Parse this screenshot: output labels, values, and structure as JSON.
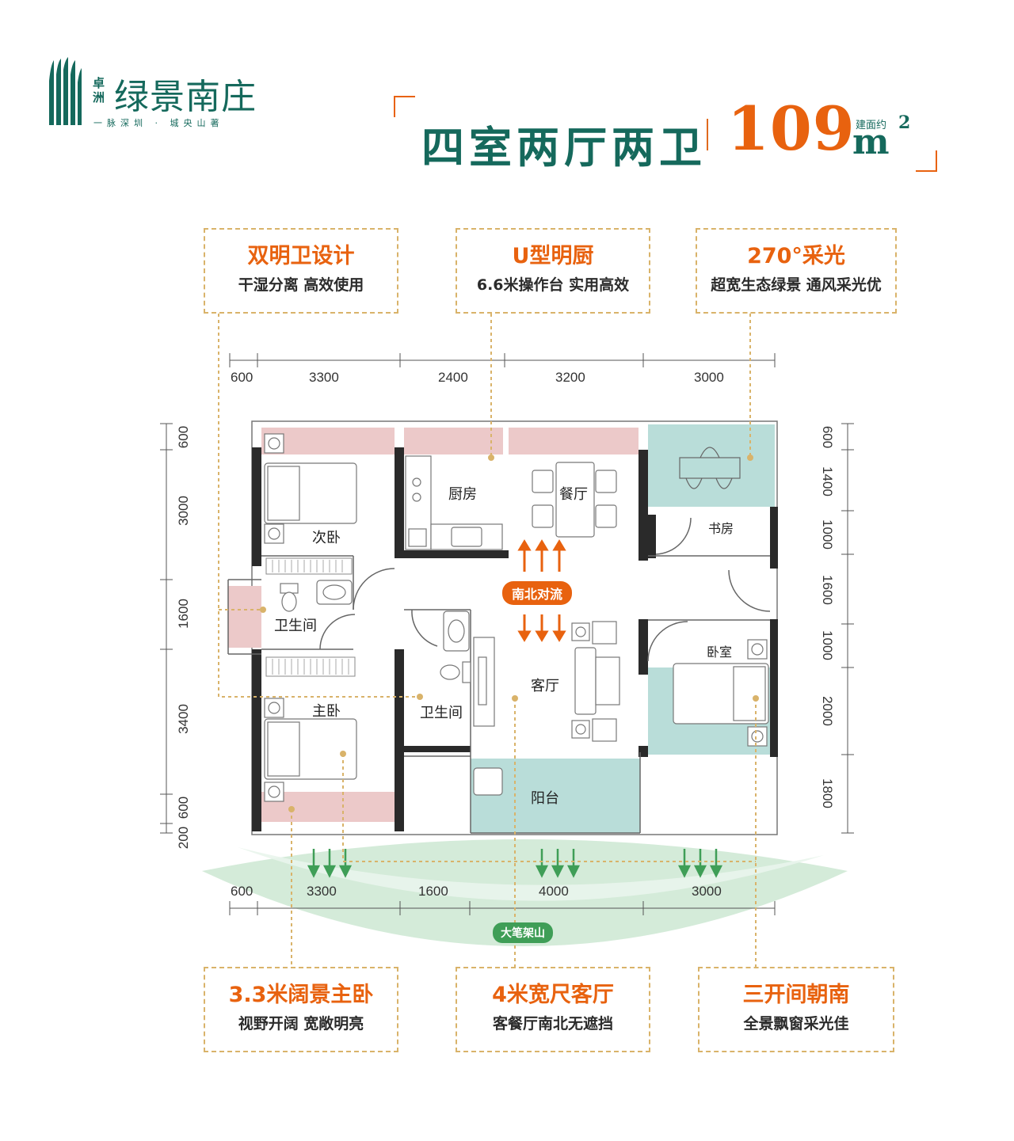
{
  "logo": {
    "small": "卓洲",
    "name": "绿景南庄",
    "tagline": "一脉深圳 · 城央山著"
  },
  "title": {
    "text": "四室两厅两卫",
    "area_prefix": "建面约",
    "area": "109",
    "unit": "m",
    "unit_sup": "2"
  },
  "features_top": [
    {
      "heading": "双明卫设计",
      "sub": "干湿分离 高效使用"
    },
    {
      "heading": "U型明厨",
      "sub": "6.6米操作台 实用高效"
    },
    {
      "heading": "270°采光",
      "sub": "超宽生态绿景 通风采光优"
    }
  ],
  "features_bottom": [
    {
      "heading": "3.3米阔景主卧",
      "sub": "视野开阔 宽敞明亮"
    },
    {
      "heading": "4米宽尺客厅",
      "sub": "客餐厅南北无遮挡"
    },
    {
      "heading": "三开间朝南",
      "sub": "全景飘窗采光佳"
    }
  ],
  "dims_top": [
    "600",
    "3300",
    "2400",
    "3200",
    "3000"
  ],
  "dims_bottom": [
    "600",
    "3300",
    "1600",
    "4000",
    "3000"
  ],
  "dims_left": [
    "600",
    "3000",
    "1600",
    "3400",
    "600",
    "200"
  ],
  "dims_right": [
    "600",
    "1400",
    "1000",
    "1600",
    "1000",
    "2000",
    "1800"
  ],
  "rooms": {
    "second_bedroom": "次卧",
    "kitchen": "厨房",
    "dining": "餐厅",
    "study": "书房",
    "bathroom_1": "卫生间",
    "master_bedroom": "主卧",
    "bathroom_2": "卫生间",
    "living": "客厅",
    "bedroom": "卧室",
    "balcony": "阳台"
  },
  "ventilation_label": "南北对流",
  "mountain_label": "大笔架山",
  "colors": {
    "brand_green": "#15695c",
    "accent_orange": "#e8620f",
    "dash_gold": "#d9b36a",
    "window_pink": "#ecc9c9",
    "balcony_teal": "#b9ddd9",
    "wall": "#2a2a2a"
  }
}
